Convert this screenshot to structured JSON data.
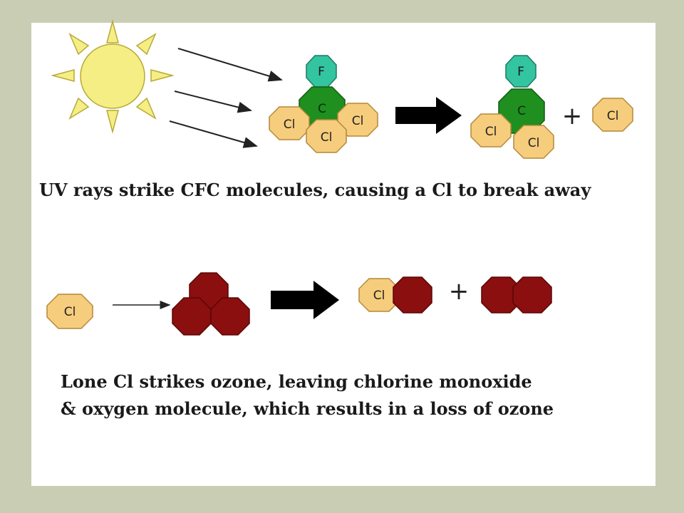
{
  "colors": {
    "background_frame": "#c9cdb4",
    "sun": "#f4ee84",
    "sun_stroke": "#b8a93a",
    "fluorine": "#33c4a0",
    "carbon": "#1f8f1f",
    "chlorine": "#f6cd7c",
    "oxygen": "#8b0f0f",
    "arrow": "#000000"
  },
  "step1": {
    "cfc_atoms": {
      "fluorine": "F",
      "carbon": "C",
      "chlorine": "Cl"
    },
    "product_atoms": {
      "fluorine": "F",
      "carbon": "C",
      "chlorine": "Cl"
    },
    "plus": "+",
    "free_chlorine": "Cl",
    "caption": "UV rays strike CFC molecules, causing a Cl to break away"
  },
  "step2": {
    "lone_chlorine": "Cl",
    "monoxide_chlorine": "Cl",
    "plus": "+",
    "caption_line1": "Lone Cl strikes ozone, leaving chlorine monoxide",
    "caption_line2": "& oxygen molecule, which results in a loss of ozone"
  }
}
